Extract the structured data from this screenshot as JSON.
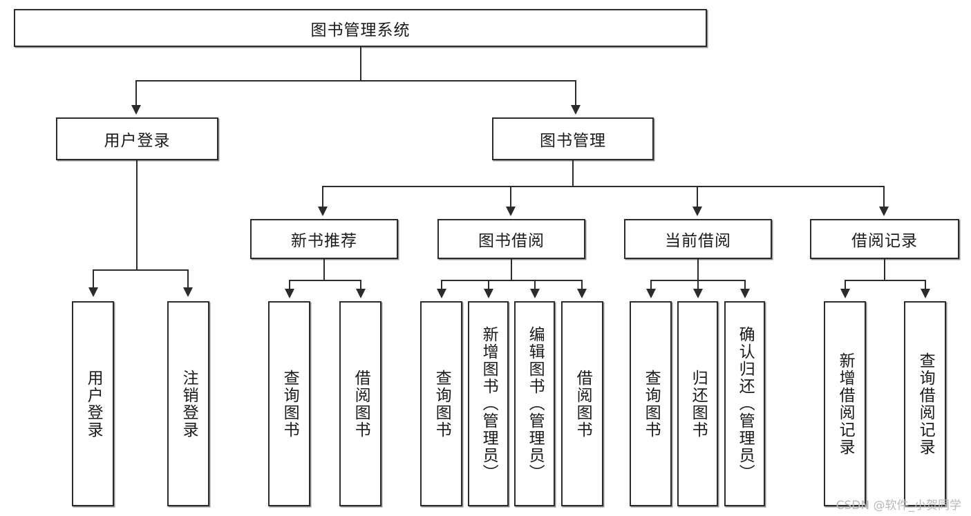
{
  "diagram": {
    "title": "图书管理系统",
    "type": "tree-hierarchy-chart",
    "root": {
      "label": "图书管理系统"
    },
    "level2": [
      {
        "id": "user-login",
        "label": "用户登录"
      },
      {
        "id": "book-management",
        "label": "图书管理"
      }
    ],
    "level3": [
      {
        "id": "new-book-recommend",
        "label": "新书推荐"
      },
      {
        "id": "book-borrow",
        "label": "图书借阅"
      },
      {
        "id": "current-borrow",
        "label": "当前借阅"
      },
      {
        "id": "borrow-record",
        "label": "借阅记录"
      }
    ],
    "leaves": {
      "user_login": [
        {
          "id": "leaf-user-login",
          "label": "用户登录"
        },
        {
          "id": "leaf-logout-login",
          "label": "注销登录"
        }
      ],
      "new_book_recommend": [
        {
          "id": "leaf-query-book-1",
          "label": "查询图书"
        },
        {
          "id": "leaf-borrow-book-1",
          "label": "借阅图书"
        }
      ],
      "book_borrow": [
        {
          "id": "leaf-query-book-2",
          "label": "查询图书"
        },
        {
          "id": "leaf-add-book",
          "label": "新增图书（管理员）"
        },
        {
          "id": "leaf-edit-book",
          "label": "编辑图书（管理员）"
        },
        {
          "id": "leaf-borrow-book-2",
          "label": "借阅图书"
        }
      ],
      "current_borrow": [
        {
          "id": "leaf-query-book-3",
          "label": "查询图书"
        },
        {
          "id": "leaf-return-book",
          "label": "归还图书"
        },
        {
          "id": "leaf-confirm-return",
          "label": "确认归还（管理员）"
        }
      ],
      "borrow_record": [
        {
          "id": "leaf-add-record",
          "label": "新增借阅记录"
        },
        {
          "id": "leaf-query-record",
          "label": "查询借阅记录"
        }
      ]
    }
  },
  "watermark": {
    "text": "CSDN @软件_小贺同学"
  },
  "colors": {
    "stroke": "#2b2b2b",
    "fill": "#ffffff",
    "text": "#1a1a1a",
    "watermark": "#b9b9b9"
  }
}
